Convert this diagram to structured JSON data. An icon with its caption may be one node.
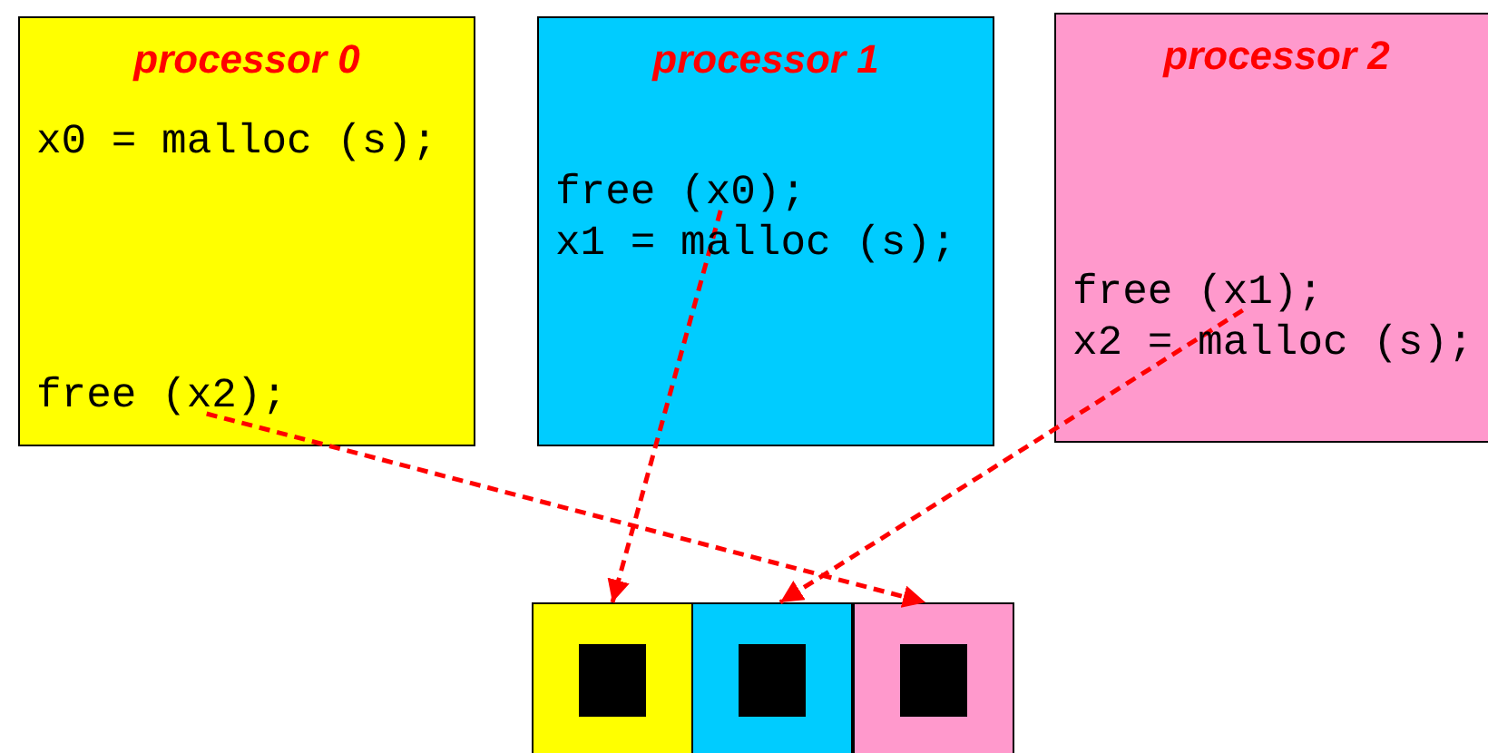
{
  "diagram": {
    "nodes": [
      {
        "text": [
          "processor 0"
        ]
      },
      {
        "text": [
          "x0 = malloc (s);"
        ],
        "in": 0
      },
      {
        "text": [
          "free (x2);"
        ],
        "in": 0
      },
      {
        "text": [
          "processor 1"
        ]
      },
      {
        "text": [
          "free (x0);"
        ],
        "in": 3
      },
      {
        "text": [
          "x1 = malloc (s);"
        ],
        "in": 3
      },
      {
        "text": [
          "processor 2"
        ]
      },
      {
        "text": [
          "free (x1);"
        ],
        "in": 6
      },
      {
        "text": [
          "x2 = malloc (s);"
        ],
        "in": 6
      },
      {
        "text": [],
        "shape": "box"
      },
      {
        "text": [],
        "shape": "box"
      },
      {
        "text": [],
        "shape": "box"
      }
    ],
    "edges": [
      {
        "from": 4,
        "to": 9,
        "arrow": "to",
        "style": "dashed",
        "color": "#ff0000"
      },
      {
        "from": 7,
        "to": 10,
        "arrow": "to",
        "style": "dashed",
        "color": "#ff0000"
      },
      {
        "from": 2,
        "to": 11,
        "arrow": "to",
        "style": "dashed",
        "color": "#ff0000"
      }
    ]
  }
}
